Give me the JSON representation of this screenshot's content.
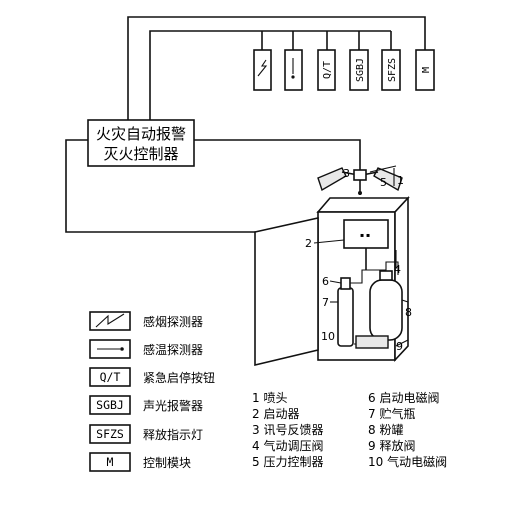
{
  "controller": {
    "line1": "火灾自动报警",
    "line2": "灭火控制器"
  },
  "modules": {
    "smoke_symbol": "⎍",
    "heat_symbol": "—•",
    "qt": "Q/T",
    "sgbj": "SGBJ",
    "sfzs": "SFZS",
    "m": "M"
  },
  "legend": [
    {
      "code": "",
      "label": "感烟探测器"
    },
    {
      "code": "",
      "label": "感温探测器"
    },
    {
      "code": "Q/T",
      "label": "紧急启停按钮"
    },
    {
      "code": "SGBJ",
      "label": "声光报警器"
    },
    {
      "code": "SFZS",
      "label": "释放指示灯"
    },
    {
      "code": "M",
      "label": "控制模块"
    }
  ],
  "parts": [
    "1  喷头",
    "2 启动器",
    "3 讯号反馈器",
    "4 气动调压阀",
    "5 压力控制器",
    "6 启动电磁阀",
    "7 贮气瓶",
    "8 粉罐",
    "9 释放阀",
    "10 气动电磁阀"
  ],
  "callouts": [
    "1",
    "2",
    "3",
    "4",
    "5",
    "6",
    "7",
    "8",
    "9",
    "10"
  ]
}
